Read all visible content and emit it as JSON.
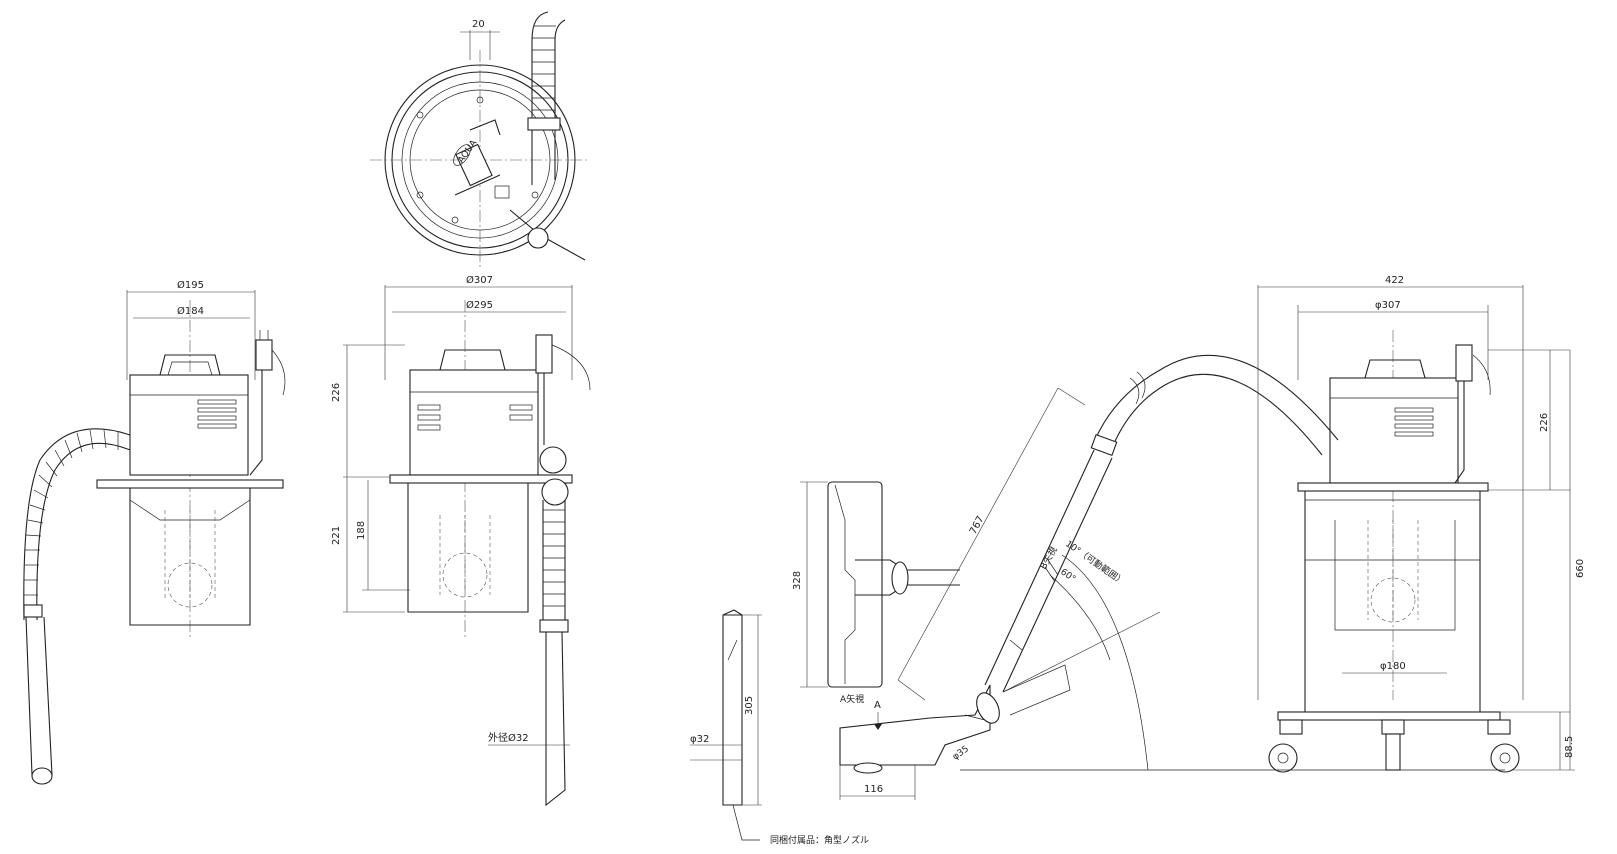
{
  "drawing": {
    "dims": {
      "top_view_20": "20",
      "side_d195": "Ø195",
      "side_d184": "Ø184",
      "front_d307": "Ø307",
      "front_d295": "Ø295",
      "front_226": "226",
      "front_221": "221",
      "front_188": "188",
      "outer_dia_32": "外径Ø32",
      "right_422": "422",
      "right_d307": "φ307",
      "right_226": "226",
      "right_660": "660",
      "right_d180": "φ180",
      "right_88_5": "88.5",
      "hose_767": "767",
      "angle_10": "10°（可動範囲）",
      "angle_60": "60°",
      "nozzle_328": "328",
      "nozzle_116": "116",
      "nozzle_d35": "φ35",
      "crevice_305": "305",
      "crevice_d32": "φ32",
      "view_a_label": "A矢視",
      "arrow_a": "A",
      "b_view": "B矢視"
    },
    "notes": {
      "accessory_note": "同梱付属品：角型ノズル",
      "brand_mark": "AQUA"
    }
  }
}
